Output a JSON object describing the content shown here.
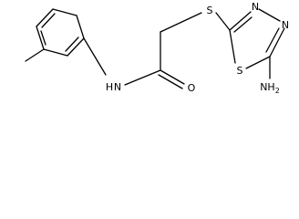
{
  "structure": {
    "atoms": {
      "S_thioether": "S",
      "N_ring_1": "N",
      "N_ring_2": "N",
      "S_ring": "S",
      "N_amide": "N",
      "H_amide": "H",
      "O_carbonyl": "O",
      "N_amino": "NH",
      "H2_subscript": "2"
    }
  },
  "colors": {
    "bond": "#000000",
    "label": "#000000",
    "background": "#ffffff"
  }
}
